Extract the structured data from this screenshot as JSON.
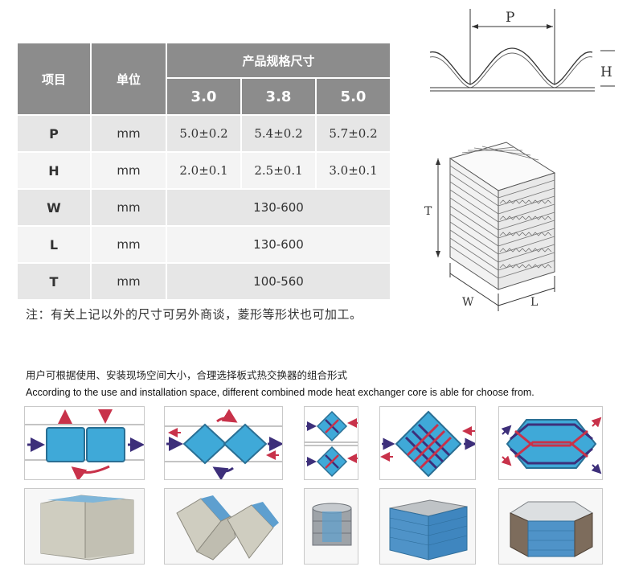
{
  "spec_table": {
    "col_item": "项目",
    "col_unit": "单位",
    "col_spec": "产品规格尺寸",
    "sizes": [
      "3.0",
      "3.8",
      "5.0"
    ],
    "rows": [
      {
        "param": "P",
        "unit": "mm",
        "values": [
          "5.0±0.2",
          "5.4±0.2",
          "5.7±0.2"
        ]
      },
      {
        "param": "H",
        "unit": "mm",
        "values": [
          "2.0±0.1",
          "2.5±0.1",
          "3.0±0.1"
        ]
      },
      {
        "param": "W",
        "unit": "mm",
        "range": "130-600"
      },
      {
        "param": "L",
        "unit": "mm",
        "range": "130-600"
      },
      {
        "param": "T",
        "unit": "mm",
        "range": "100-560"
      }
    ]
  },
  "note": "注：有关上记以外的尺寸可另外商谈，菱形等形状也可加工。",
  "wave_diagram": {
    "pitch_label": "P",
    "height_label": "H"
  },
  "block_diagram": {
    "t_label": "T",
    "w_label": "W",
    "l_label": "L"
  },
  "caption_cn": "用户可根据使用、安装现场空间大小，合理选择板式热交换器的组合形式",
  "caption_en": "According to the use and installation space, different combined mode heat exchanger core is able for choose from.",
  "colors": {
    "header_gray": "#8c8c8c",
    "core_blue": "#3fa9d8",
    "arrow_purple": "#3d2f7a",
    "arrow_red": "#c8324a"
  },
  "configs": [
    {
      "diagram": "side-by-side-squares-icon",
      "photo": "twin-box-core-photo"
    },
    {
      "diagram": "twin-diamond-icon",
      "photo": "twin-diamond-core-photo"
    },
    {
      "diagram": "stacked-diamond-icon",
      "photo": "stacked-cylinder-core-photo"
    },
    {
      "diagram": "large-diamond-crossflow-icon",
      "photo": "cube-core-photo"
    },
    {
      "diagram": "hexagon-counterflow-icon",
      "photo": "hexagon-core-photo"
    }
  ]
}
